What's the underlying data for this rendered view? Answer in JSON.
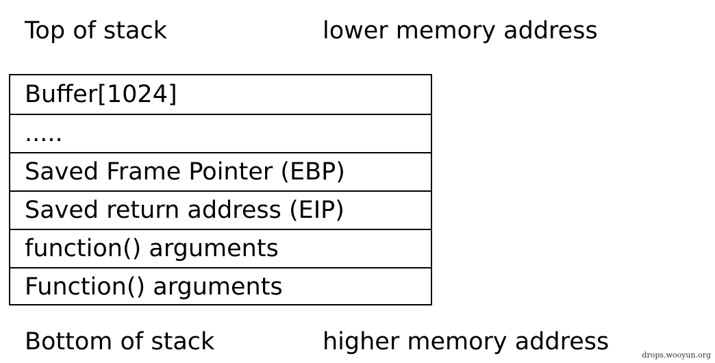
{
  "labels": {
    "top": "Top of stack",
    "lower": "lower memory address",
    "bottom": "Bottom of stack",
    "higher": "higher memory address"
  },
  "stack_rows": [
    "Buffer[1024]",
    ".....",
    "Saved Frame Pointer (EBP)",
    "Saved return address (EIP)",
    "function() arguments",
    "Function() arguments"
  ],
  "watermark": "drops.wooyun.org"
}
